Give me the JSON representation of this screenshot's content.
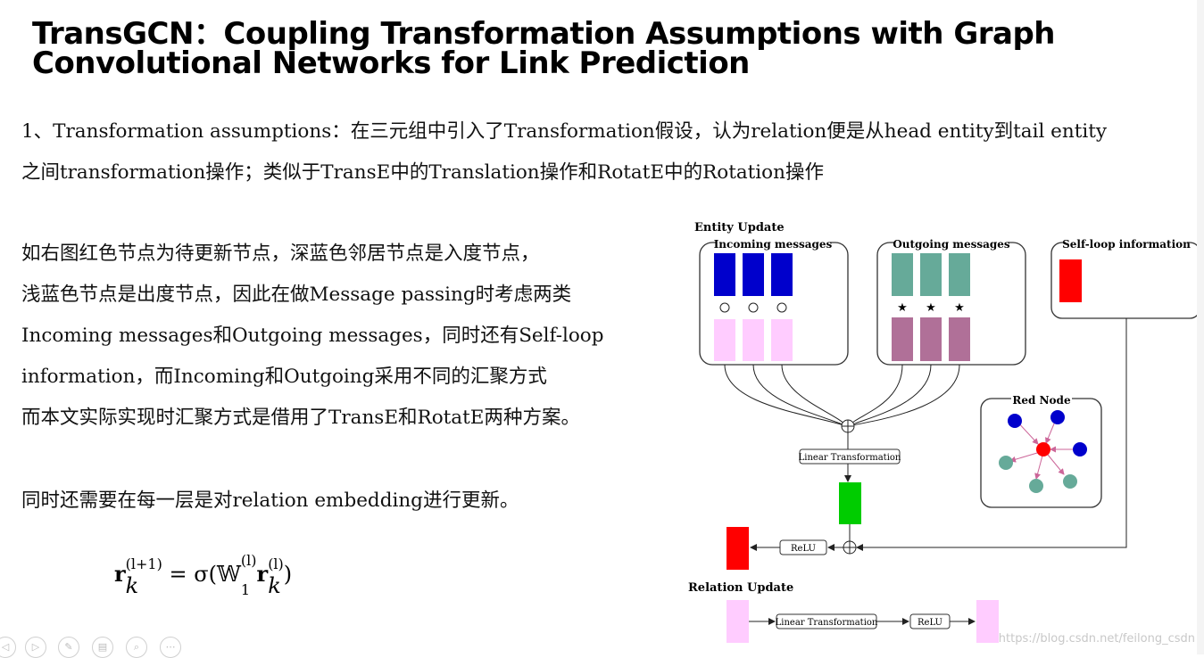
{
  "title": "TransGCN：Coupling Transformation Assumptions with Graph Convolutional Networks for Link Prediction",
  "paragraph1": [
    "1、Transformation assumptions：在三元组中引入了Transformation假设，认为relation便是从head entity到tail entity",
    "之间transformation操作；类似于TransE中的Translation操作和RotatE中的Rotation操作"
  ],
  "paragraph2": [
    "如右图红色节点为待更新节点，深蓝色邻居节点是入度节点，",
    "浅蓝色节点是出度节点，因此在做Message passing时考虑两类",
    "Incoming messages和Outgoing messages，同时还有Self-loop",
    "information，而Incoming和Outgoing采用不同的汇聚方式",
    "而本文实际实现时汇聚方式是借用了TransE和RotatE两种方案。"
  ],
  "paragraph3": "同时还需要在每一层是对relation embedding进行更新。",
  "formula": {
    "r": "r",
    "sup_left": "(l+1)",
    "sub_left": "k",
    "eq": "= σ(",
    "W": "𝕎",
    "w_sup": "(l)",
    "w_sub": "1",
    "r2": "r",
    "sup_right": "(l)",
    "sub_right": "k",
    "close": ")"
  },
  "diagram": {
    "entity_update": "Entity Update",
    "incoming": "Incoming messages",
    "outgoing": "Outgoing messages",
    "selfloop": "Self-loop information",
    "linear": "Linear Transformation",
    "relu": "ReLU",
    "red_node": "Red Node",
    "relation_update": "Relation Update",
    "incoming_symbol": "○",
    "outgoing_symbol": "★",
    "plus_symbol": "+",
    "colors": {
      "dark_blue": "#0000cc",
      "light_pink": "#ffccff",
      "teal": "#66aa99",
      "mauve": "#b07098",
      "red": "#ff0000",
      "green": "#00cc00"
    }
  },
  "watermark": "https://blog.csdn.net/feilong_csdn"
}
